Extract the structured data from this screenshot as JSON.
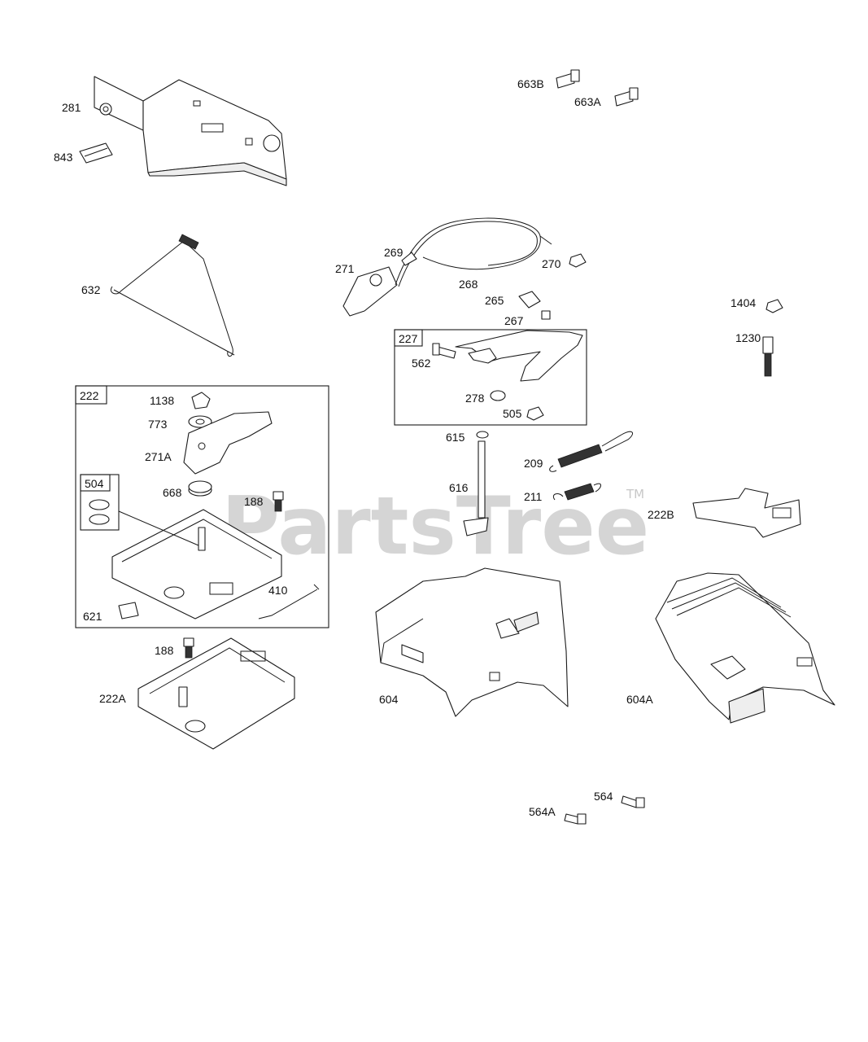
{
  "watermark": {
    "text": "PartsTree",
    "tm": "TM"
  },
  "callouts": {
    "c281": "281",
    "c843": "843",
    "c663B": "663B",
    "c663A": "663A",
    "c632": "632",
    "c271": "271",
    "c269": "269",
    "c268": "268",
    "c270": "270",
    "c265": "265",
    "c267": "267",
    "c1404": "1404",
    "c1230": "1230",
    "c227": "227",
    "c562": "562",
    "c278": "278",
    "c505": "505",
    "c222": "222",
    "c1138": "1138",
    "c773": "773",
    "c271A": "271A",
    "c504": "504",
    "c668": "668",
    "c188a": "188",
    "c410": "410",
    "c621": "621",
    "c615": "615",
    "c616": "616",
    "c209": "209",
    "c211": "211",
    "c222B": "222B",
    "c188b": "188",
    "c222A": "222A",
    "c604": "604",
    "c604A": "604A",
    "c564": "564",
    "c564A": "564A"
  }
}
